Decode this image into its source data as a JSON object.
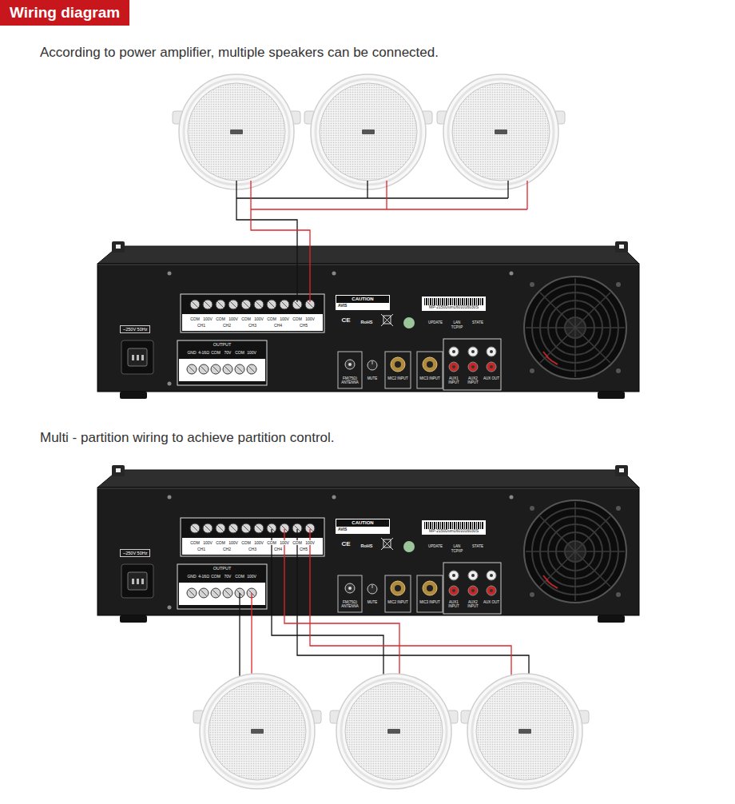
{
  "diagram": {
    "title": "Wiring diagram",
    "nodes": [
      {
        "text": [
          "~250V 50Hz"
        ]
      },
      {
        "text": [
          "CAUTION",
          "AVIS"
        ]
      },
      {
        "text": [
          "MP-2150Dum1601016030S"
        ]
      },
      {
        "text": [
          "~250V 50Hz"
        ]
      },
      {
        "text": [
          "CAUTION",
          "AVIS"
        ]
      },
      {
        "text": [
          "MP-2150Dum1601016030S"
        ]
      }
    ],
    "labels": [
      "According to power amplifier, multiple speakers can be connected.",
      "COM",
      "100V",
      "COM",
      "100V",
      "COM",
      "100V",
      "COM",
      "100V",
      "COM",
      "100V",
      "CH1",
      "CH2",
      "CH3",
      "CH4",
      "CH5",
      "OUTPUT",
      "GND",
      "4-16Ω",
      "COM",
      "70V",
      "COM",
      "100V",
      "CE",
      "RoHS",
      "UPDATE",
      "LAN",
      "STATE",
      "TCP/IP",
      "FM(75Ω) ANTENNA",
      "MUTE",
      "MIC2 INPUT",
      "MIC3 INPUT",
      "AUX1 INPUT",
      "AUX2 INPUT",
      "AUX OUT",
      "Multi - partition wiring to achieve partition control.",
      "COM",
      "100V",
      "COM",
      "100V",
      "COM",
      "100V",
      "COM",
      "100V",
      "COM",
      "100V",
      "CH1",
      "CH2",
      "CH3",
      "CH4",
      "CH5",
      "OUTPUT",
      "GND",
      "4-16Ω",
      "COM",
      "70V",
      "COM",
      "100V",
      "CE",
      "RoHS",
      "UPDATE",
      "LAN",
      "STATE",
      "TCP/IP",
      "FM(75Ω) ANTENNA",
      "MUTE",
      "MIC2 INPUT",
      "MIC3 INPUT",
      "AUX1 INPUT",
      "AUX2 INPUT",
      "AUX OUT"
    ]
  }
}
